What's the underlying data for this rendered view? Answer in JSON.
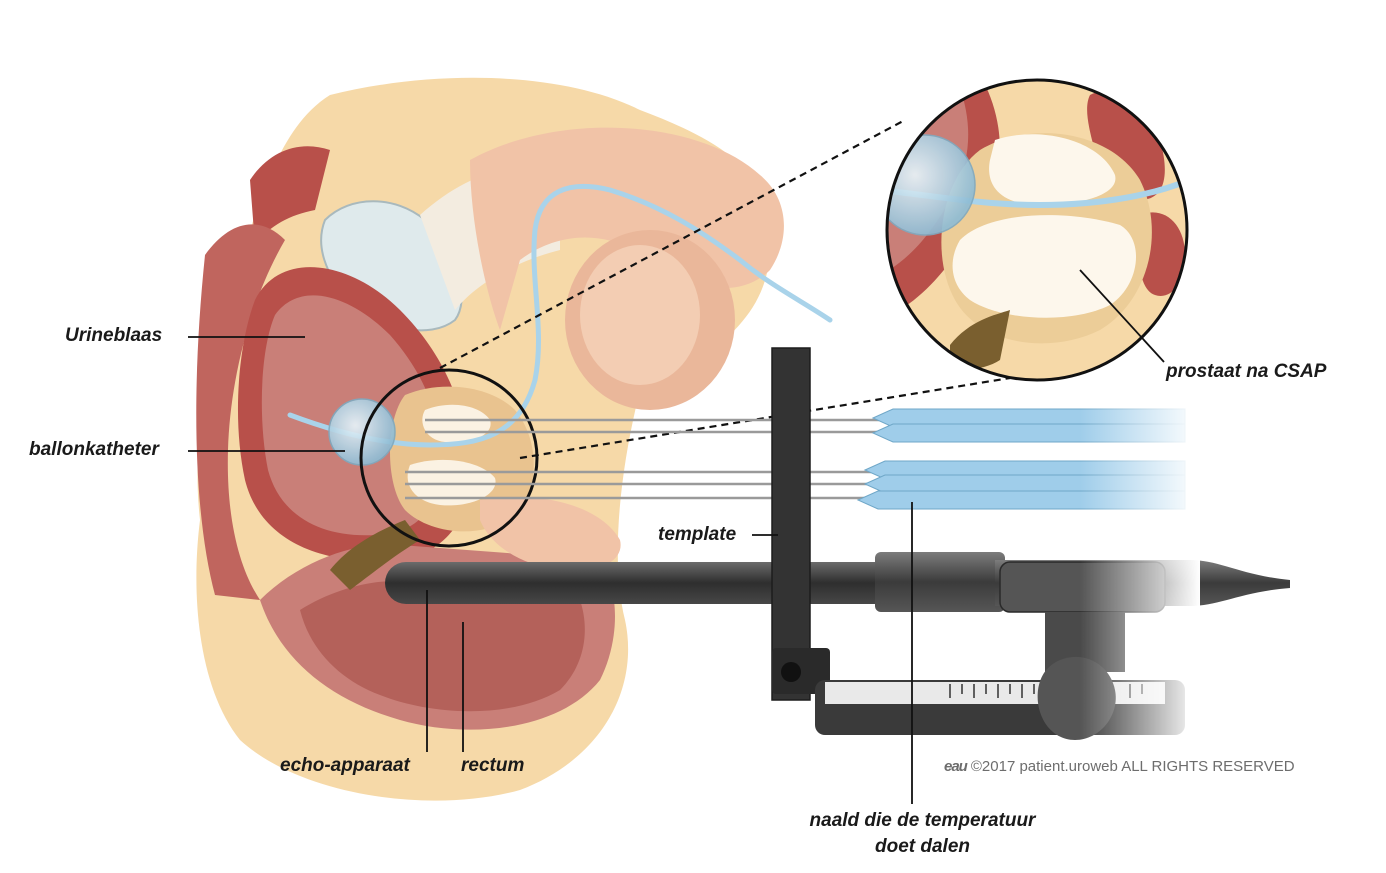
{
  "labels": {
    "bladder": "Urineblaas",
    "balloon_catheter": "ballonkatheter",
    "template": "template",
    "ultrasound_probe": "echo-apparaat",
    "rectum": "rectum",
    "prostate_after": "prostaat na CSAP",
    "cooling_needle_line1": "naald die de temperatuur",
    "cooling_needle_line2": "doet dalen"
  },
  "copyright": {
    "logo": "eau",
    "text": "©2017 patient.uroweb ALL RIGHTS RESERVED"
  },
  "colors": {
    "skin": "#f6d9a8",
    "muscle": "#b8504a",
    "bladder_interior": "#c97f78",
    "catheter_blue": "#a9d3ea",
    "needle_blue": "#9fcdea",
    "device_dark": "#3d3d3d",
    "prostate_white": "#fdf7ec"
  }
}
